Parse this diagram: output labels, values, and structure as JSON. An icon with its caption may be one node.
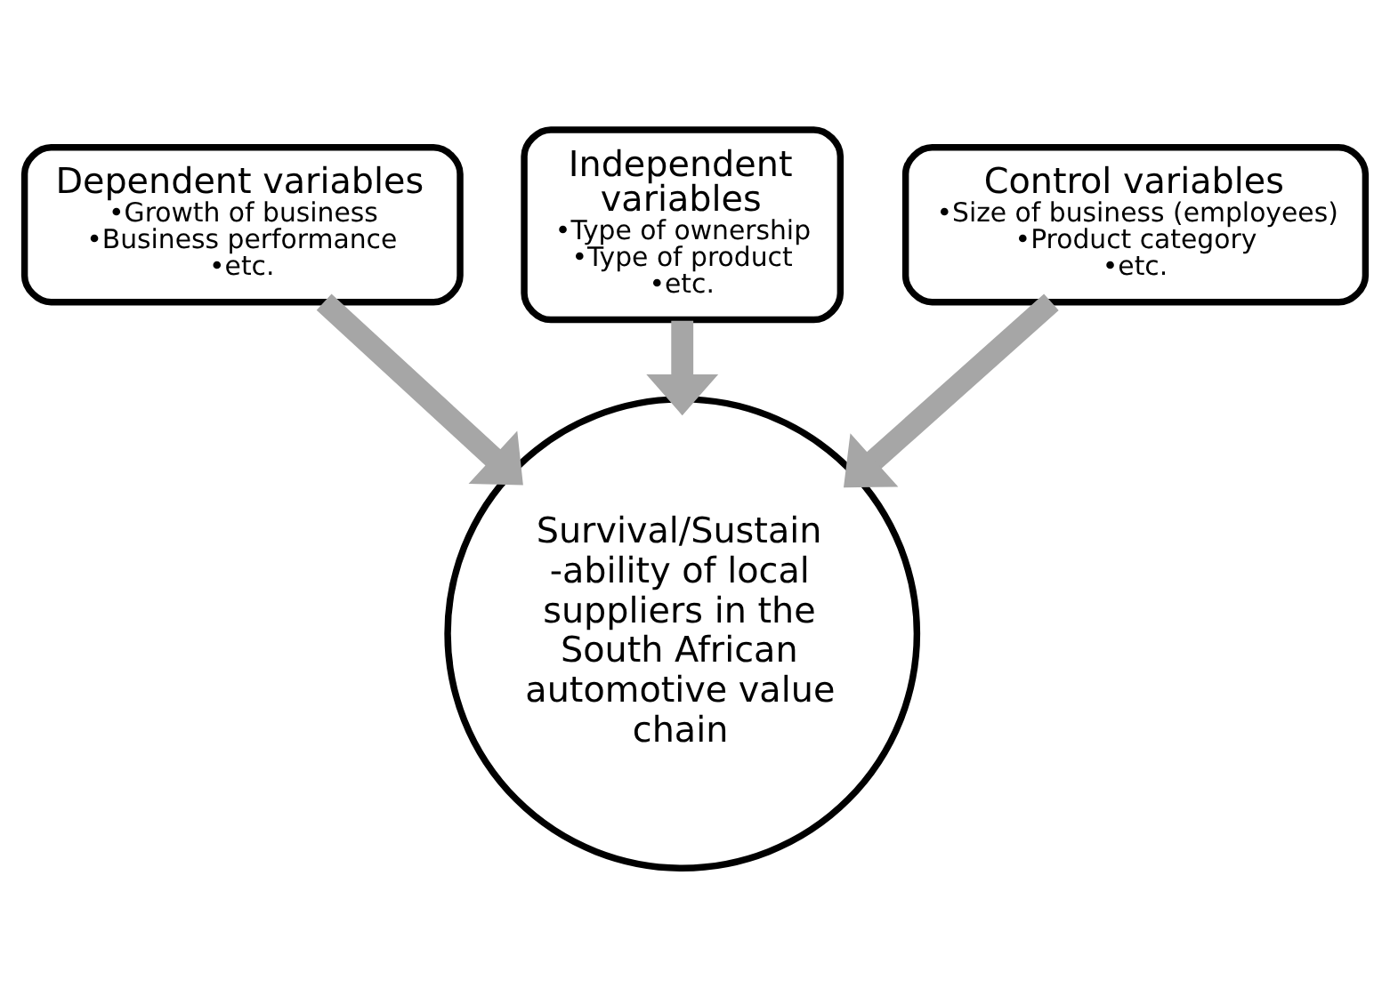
{
  "diagram": {
    "nodes": [
      {
        "text": [
          "Independent variables",
          "•Type of ownership",
          "•Type of product",
          "•etc."
        ]
      },
      {
        "text": [
          "Dependent variables",
          "•Growth of business",
          "•Business performance",
          "•etc."
        ]
      },
      {
        "text": [
          "Control variables",
          "•Size of business (employees)",
          "•Product category",
          "•etc."
        ]
      },
      {
        "text": [
          "Survival/Sustain -ability of local suppliers in the South African automotive value chain"
        ]
      }
    ],
    "edges": [
      {
        "from": 0,
        "to": 3,
        "arrow": "to"
      },
      {
        "from": 1,
        "to": 3,
        "arrow": "to"
      },
      {
        "from": 2,
        "to": 3,
        "arrow": "to"
      }
    ]
  }
}
